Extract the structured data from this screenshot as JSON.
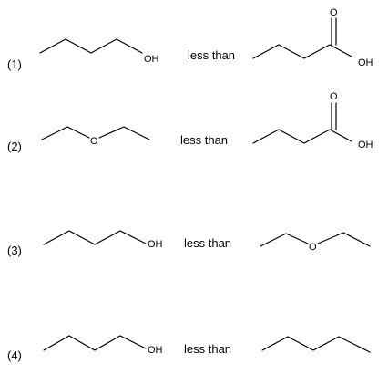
{
  "rows": [
    {
      "number": "(1)",
      "relation": "less than",
      "left_molecule": {
        "name": "1-butanol",
        "atoms": [
          "OH"
        ]
      },
      "right_molecule": {
        "name": "butanoic acid",
        "atoms": [
          "O",
          "OH"
        ]
      }
    },
    {
      "number": "(2)",
      "relation": "less than",
      "left_molecule": {
        "name": "diethyl ether",
        "atoms": [
          "O"
        ]
      },
      "right_molecule": {
        "name": "butanoic acid",
        "atoms": [
          "O",
          "OH"
        ]
      }
    },
    {
      "number": "(3)",
      "relation": "less than",
      "left_molecule": {
        "name": "1-butanol",
        "atoms": [
          "OH"
        ]
      },
      "right_molecule": {
        "name": "diethyl ether",
        "atoms": [
          "O"
        ]
      }
    },
    {
      "number": "(4)",
      "relation": "less than",
      "left_molecule": {
        "name": "1-butanol",
        "atoms": [
          "OH"
        ]
      },
      "right_molecule": {
        "name": "pentane",
        "atoms": []
      }
    }
  ]
}
